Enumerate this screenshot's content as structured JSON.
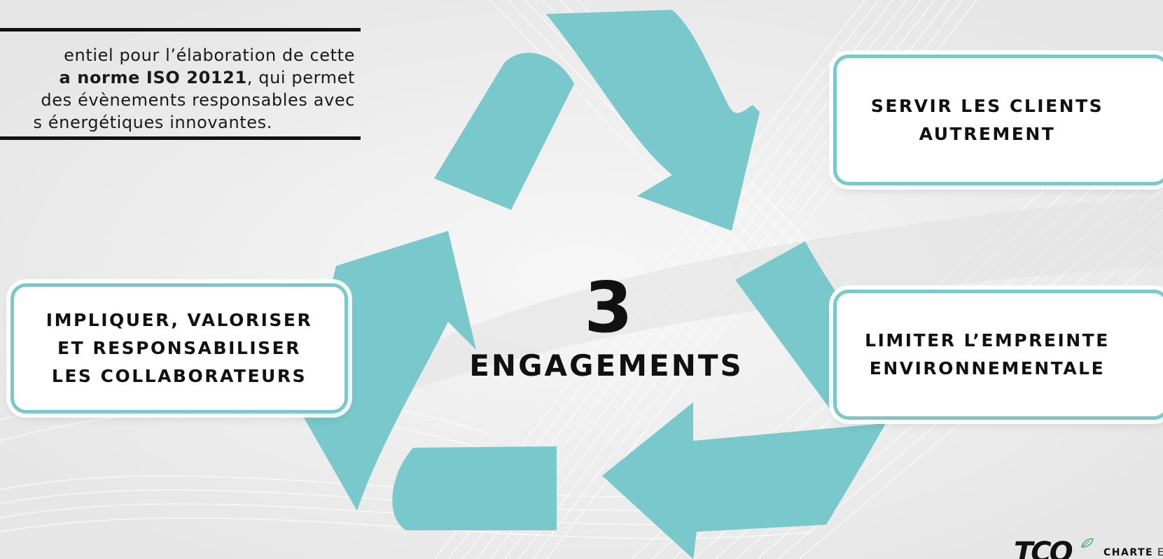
{
  "intro": {
    "line1": "entiel pour l’élaboration de cette",
    "line2_bold": "a norme ISO 20121",
    "line2_rest": ", qui permet",
    "line3": "des évènements responsables avec",
    "line4": "s énergétiques innovantes."
  },
  "center": {
    "number": "3",
    "label": "ENGAGEMENTS"
  },
  "engagements": {
    "left": "IMPLIQUER, VALORISER\nET RESPONSABILISER\nLES COLLABORATEURS",
    "top_right": "SERVIR LES CLIENTS\nAUTREMENT",
    "mid_right": "LIMITER L’EMPREINTE\nENVIRONNEMENTALE"
  },
  "logo": {
    "mark": "TCO",
    "text_bold": "CHARTE",
    "text_rest": " EN"
  },
  "colors": {
    "accent": "#79c8cb",
    "text": "#111111",
    "background": "#eeeeee"
  },
  "icons": {
    "arrows": "recycle-cycle-arrows",
    "logo_leaf": "leaf-icon"
  }
}
